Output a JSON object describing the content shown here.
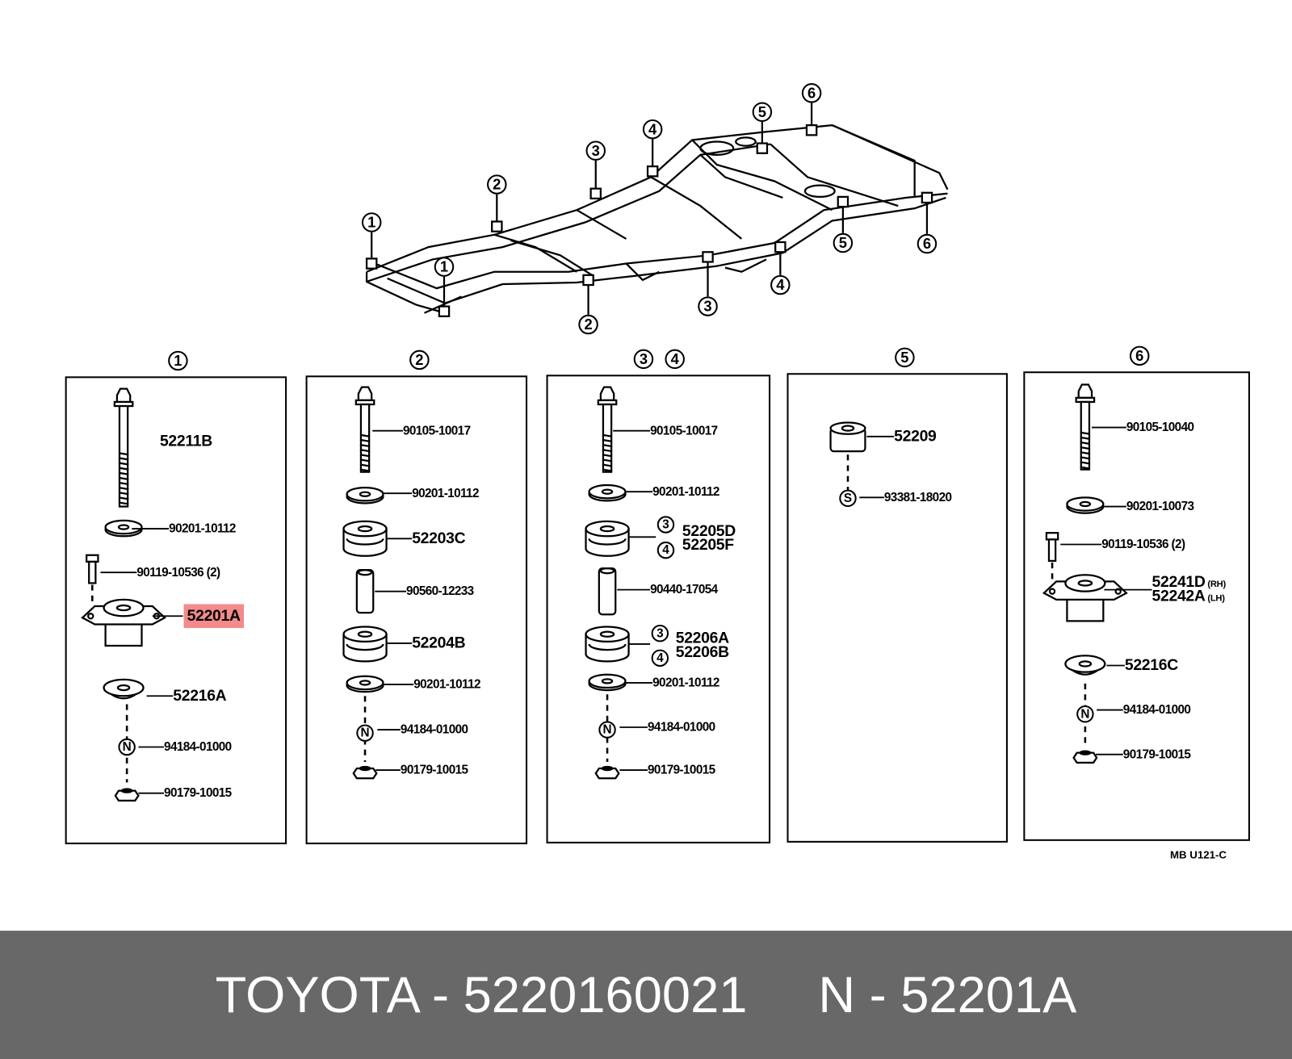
{
  "frame_callouts": [
    "1",
    "1",
    "2",
    "2",
    "3",
    "3",
    "4",
    "4",
    "5",
    "5",
    "6",
    "6"
  ],
  "panels": [
    {
      "header": [
        "1"
      ],
      "parts": [
        {
          "label": "52211B"
        },
        {
          "label": "90201-10112"
        },
        {
          "label": "90119-10536 (2)"
        },
        {
          "label": "52201A",
          "highlighted": true
        },
        {
          "label": "52216A"
        },
        {
          "label": "94184-01000",
          "marker": "N"
        },
        {
          "label": "90179-10015"
        }
      ]
    },
    {
      "header": [
        "2"
      ],
      "parts": [
        {
          "label": "90105-10017"
        },
        {
          "label": "90201-10112"
        },
        {
          "label": "52203C"
        },
        {
          "label": "90560-12233"
        },
        {
          "label": "52204B"
        },
        {
          "label": "90201-10112"
        },
        {
          "label": "94184-01000",
          "marker": "N"
        },
        {
          "label": "90179-10015"
        }
      ]
    },
    {
      "header": [
        "3",
        "4"
      ],
      "parts": [
        {
          "label": "90105-10017"
        },
        {
          "label": "90201-10112"
        },
        {
          "label": "52205D",
          "marker": "3"
        },
        {
          "label": "52205F",
          "marker": "4"
        },
        {
          "label": "90440-17054"
        },
        {
          "label": "52206A",
          "marker": "3"
        },
        {
          "label": "52206B",
          "marker": "4"
        },
        {
          "label": "90201-10112"
        },
        {
          "label": "94184-01000",
          "marker": "N"
        },
        {
          "label": "90179-10015"
        }
      ]
    },
    {
      "header": [
        "5"
      ],
      "parts": [
        {
          "label": "52209"
        },
        {
          "label": "93381-18020",
          "marker": "S"
        }
      ]
    },
    {
      "header": [
        "6"
      ],
      "parts": [
        {
          "label": "90105-10040"
        },
        {
          "label": "90201-10073"
        },
        {
          "label": "90119-10536 (2)"
        },
        {
          "label": "52241D",
          "note": "(RH)"
        },
        {
          "label": "52242A",
          "note": "(LH)"
        },
        {
          "label": "52216C"
        },
        {
          "label": "94184-01000",
          "marker": "N"
        },
        {
          "label": "90179-10015"
        }
      ]
    }
  ],
  "diagram_code": "MB  U121-C",
  "footer": {
    "text": "TOYOTA - 5220160021     N - 52201A"
  },
  "colors": {
    "highlight": "#f28b8b",
    "footer_bg": "#686868"
  }
}
